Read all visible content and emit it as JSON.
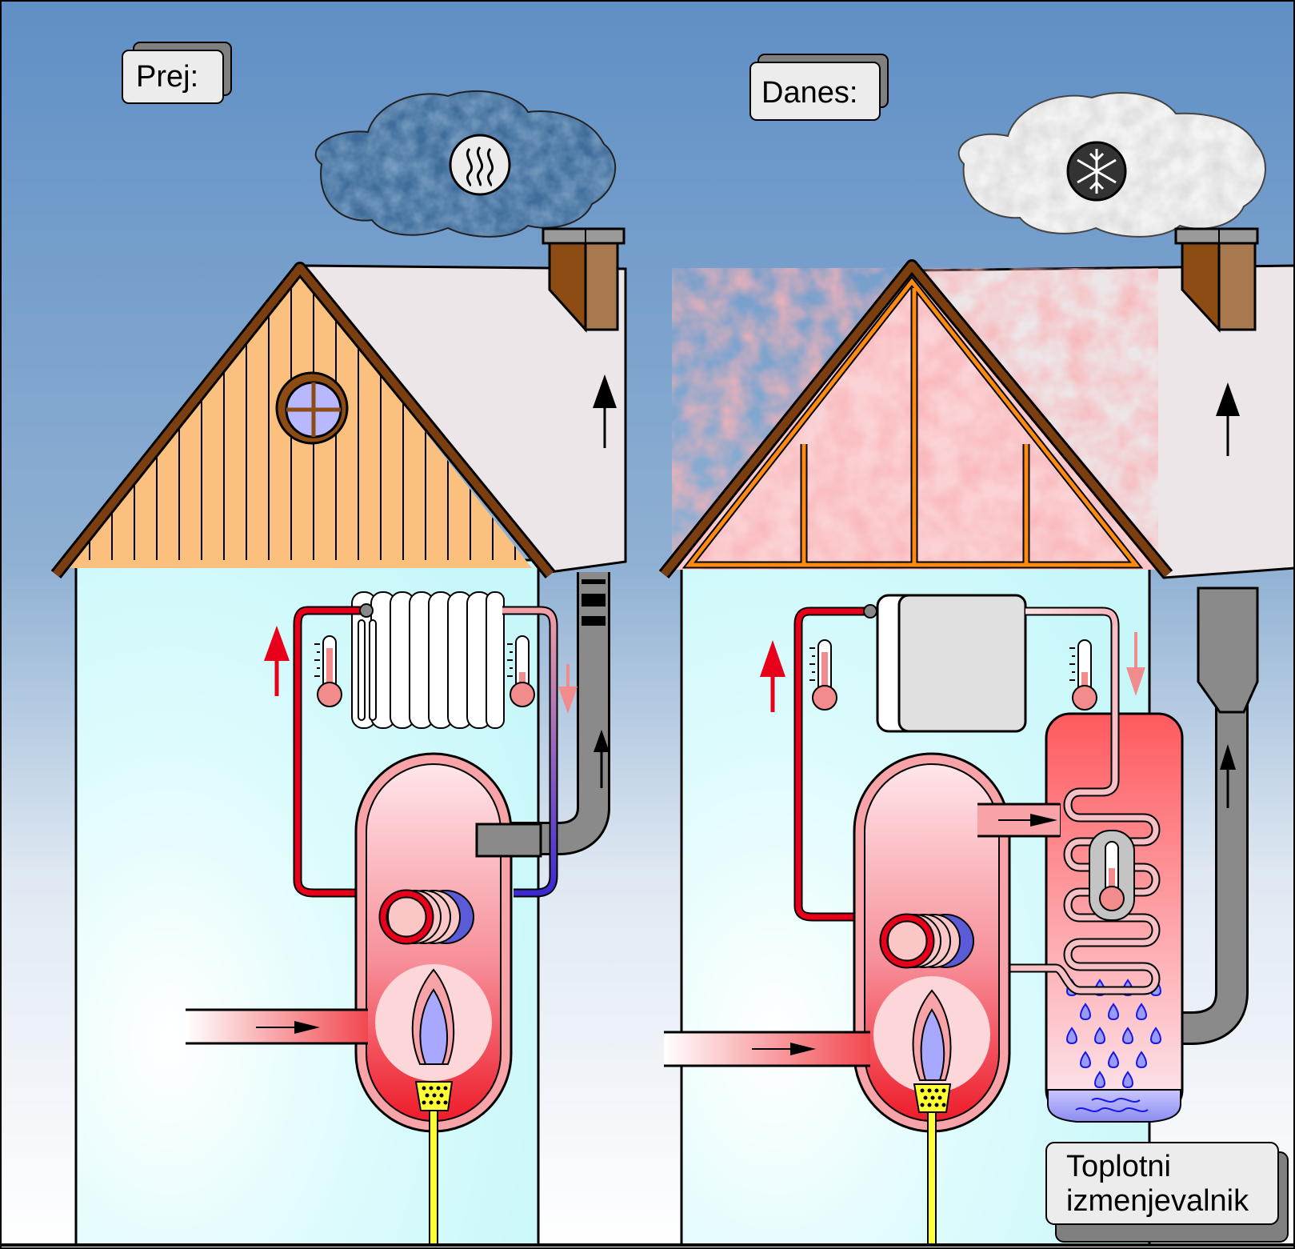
{
  "labels": {
    "before": "Prej:",
    "today": "Danes:",
    "exchanger_line1": "Toplotni",
    "exchanger_line2": "izmenjevalnik"
  },
  "icons": {
    "before_cloud": "heat-waves-icon",
    "today_cloud": "snowflake-icon"
  },
  "colors": {
    "sky_top": "#5f8fc5",
    "sky_bottom": "#ffffff",
    "wall": "#d6fbfd",
    "hot_pipe": "#e8001a",
    "warm_pipe": "#f2a0a8",
    "flue": "#8a8a8a",
    "roof_wood": "#7a3e10",
    "gable_before": "#fcc07e",
    "insulation": "#f28c8c"
  }
}
